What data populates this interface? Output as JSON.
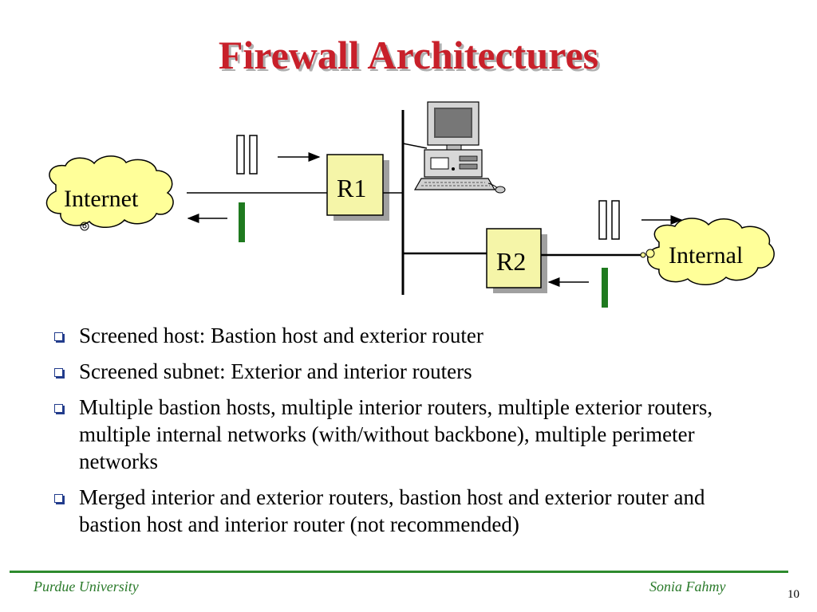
{
  "title": "Firewall Architectures",
  "diagram": {
    "internet_label": "Internet",
    "internal_label": "Internal",
    "router1_label": "R1",
    "router2_label": "R2",
    "icons": [
      "cloud-icon",
      "computer-icon",
      "packet-icon",
      "arrow-icon",
      "filter-icon"
    ],
    "colors": {
      "router_fill": "#f5f5a8",
      "cloud_fill": "#ffff99",
      "filter_green": "#1f7a1f"
    }
  },
  "bullets": [
    "Screened host: Bastion host and exterior router",
    "Screened subnet: Exterior and interior routers",
    "Multiple bastion hosts, multiple interior routers, multiple exterior routers, multiple internal networks (with/without backbone), multiple perimeter networks",
    "Merged interior and exterior routers, bastion host and exterior router and bastion host and interior router (not recommended)"
  ],
  "footer": {
    "left": "Purdue University",
    "right": "Sonia Fahmy",
    "page": "10"
  },
  "colors": {
    "title": "#c8202a",
    "footer": "#2a7a2a"
  }
}
